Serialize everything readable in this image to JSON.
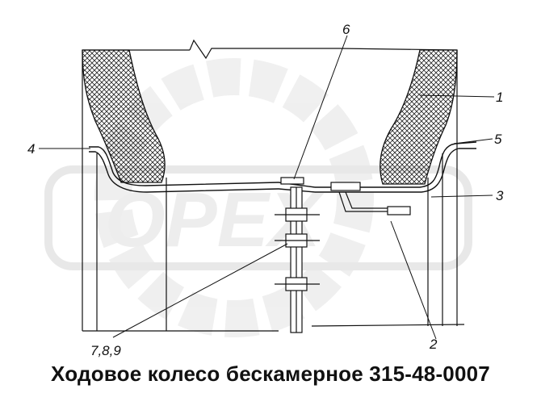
{
  "diagram": {
    "labels": {
      "part_1": "1",
      "part_2": "2",
      "part_3": "3",
      "part_4": "4",
      "part_5": "5",
      "part_6": "6",
      "parts_7_8_9": "7,8,9"
    },
    "caption": "Ходовое колесо бескамерное 315-48-0007"
  },
  "watermark": {
    "text": "OPEX",
    "color": "#e8e8e8"
  },
  "colors": {
    "ink": "#111111",
    "tire_fill": "#ffffff"
  }
}
